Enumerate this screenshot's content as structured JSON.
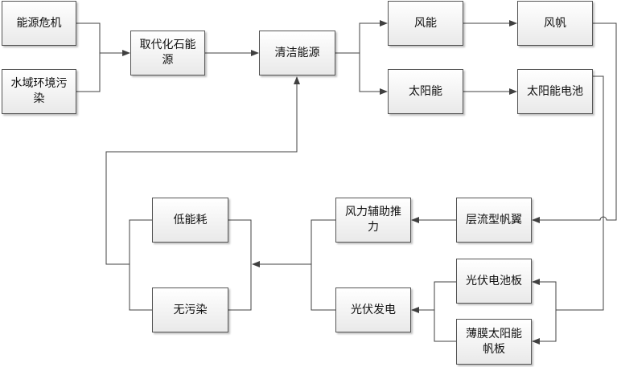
{
  "nodes": {
    "energy_crisis": "能源危机",
    "water_pollution": "水域环境污染",
    "replace_fossil": "取代化石能源",
    "clean_energy": "清洁能源",
    "wind_energy": "风能",
    "sail": "风帆",
    "solar_energy": "太阳能",
    "solar_cell": "太阳能电池",
    "laminar_wing_sail": "层流型帆翼",
    "wind_assist": "风力辅助推力",
    "pv_panel": "光伏电池板",
    "thin_film_sail": "薄膜太阳能帆板",
    "pv_generation": "光伏发电",
    "low_consumption": "低能耗",
    "no_pollution": "无污染"
  },
  "colors": {
    "line": "#404040",
    "box_border": "#555555"
  }
}
